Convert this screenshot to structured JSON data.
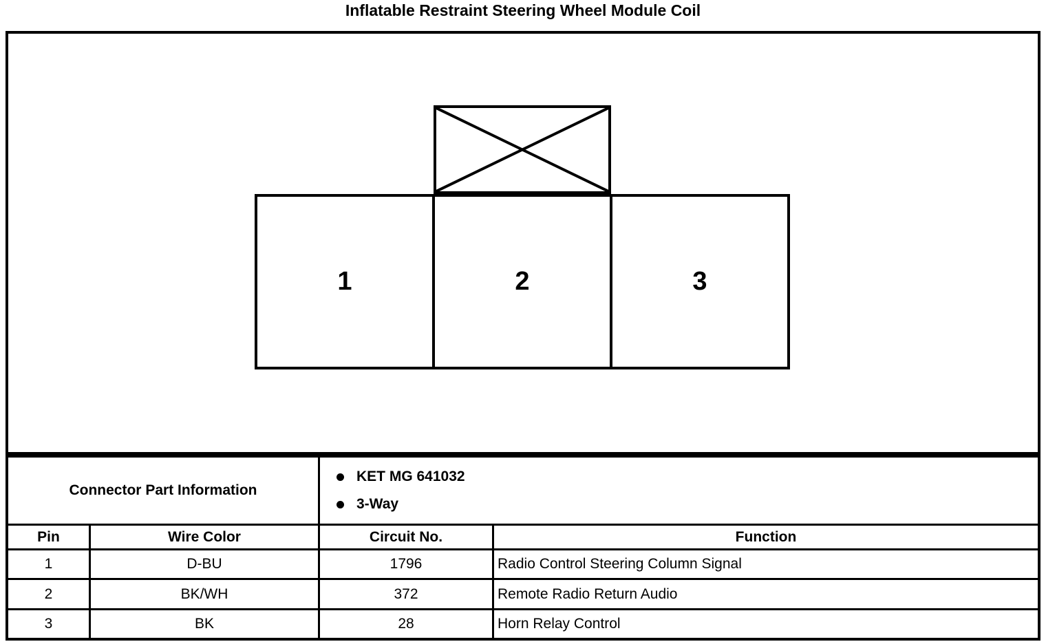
{
  "page": {
    "title": "Inflatable Restraint Steering Wheel Module Coil"
  },
  "diagram": {
    "pins": [
      "1",
      "2",
      "3"
    ]
  },
  "connector_info": {
    "label": "Connector Part Information",
    "details": [
      "KET MG 641032",
      "3-Way"
    ]
  },
  "table": {
    "headers": [
      "Pin",
      "Wire Color",
      "Circuit No.",
      "Function"
    ],
    "rows": [
      {
        "pin": "1",
        "wire_color": "D-BU",
        "circuit_no": "1796",
        "function": "Radio Control Steering Column Signal"
      },
      {
        "pin": "2",
        "wire_color": "BK/WH",
        "circuit_no": "372",
        "function": "Remote Radio Return Audio"
      },
      {
        "pin": "3",
        "wire_color": "BK",
        "circuit_no": "28",
        "function": "Horn Relay Control"
      }
    ]
  },
  "colors": {
    "line": "#000000",
    "background": "#ffffff"
  }
}
